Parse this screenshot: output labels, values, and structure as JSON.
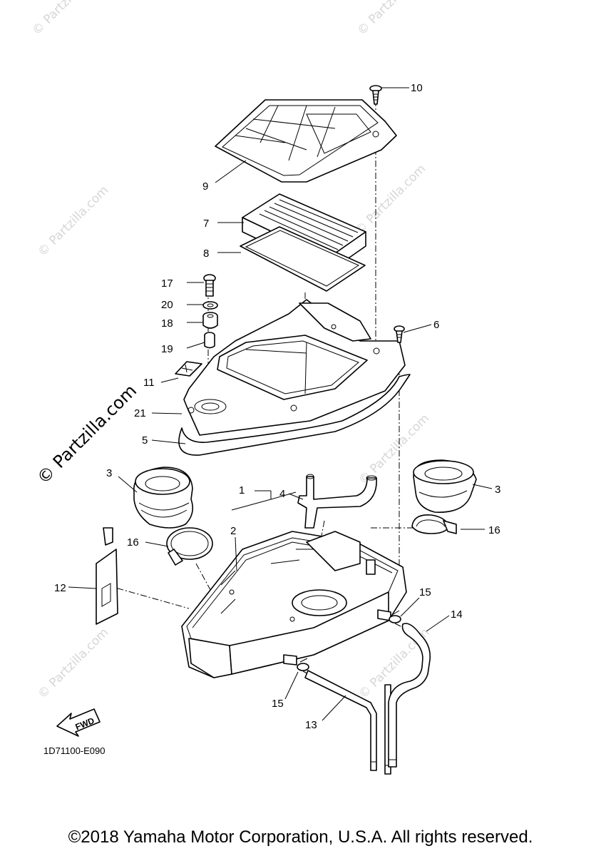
{
  "watermark": {
    "text": "© Partzilla.com"
  },
  "callouts": {
    "c1": "1",
    "c2": "2",
    "c3a": "3",
    "c3b": "3",
    "c4": "4",
    "c5": "5",
    "c6": "6",
    "c7": "7",
    "c8": "8",
    "c9": "9",
    "c10": "10",
    "c11": "11",
    "c12": "12",
    "c13": "13",
    "c14": "14",
    "c15a": "15",
    "c15b": "15",
    "c16a": "16",
    "c16b": "16",
    "c17": "17",
    "c18": "18",
    "c19": "19",
    "c20": "20",
    "c21": "21"
  },
  "fwd_label": "FWD",
  "ref_code": "1D71100-E090",
  "copyright": "©2018 Yamaha Motor Corporation, U.S.A. All rights reserved."
}
